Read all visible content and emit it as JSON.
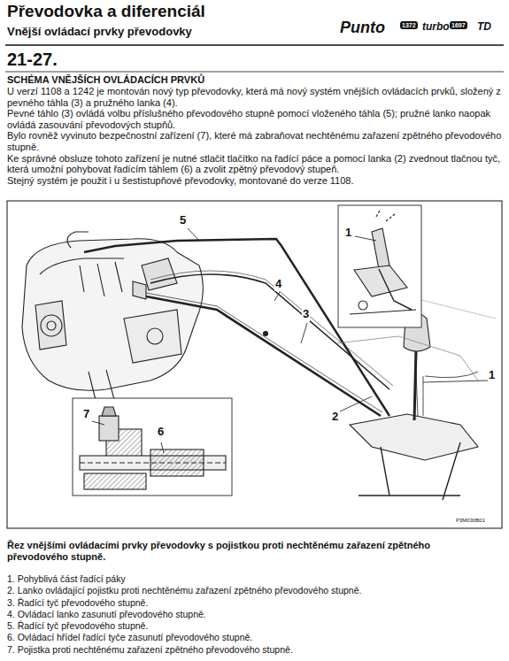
{
  "diagram": {
    "title": "Převodovka a diferenciál",
    "caption": "Řez vnějšími ovládacími prvky převodovky s pojistkou proti nechtěnému zařazení zpětného převodového stupně.",
    "labels": [
      "Vnější ovládací prvky převodovky",
      "Punto",
      "1372",
      "turbo",
      "1697",
      "TD",
      "21-27.",
      "SCHÉMA VNĚJŠÍCH OVLÁDACÍCH PRVKŮ",
      "U verzí 1108 a 1242 je montován nový typ převodovky, která má nový systém vnějších ovládacích prvků, složený z pevného táhla (3) a pružného lanka (4).",
      "Pevné táhlo (3) ovládá volbu příslušného převodového stupně pomocí vloženého táhla (5); pružné lanko naopak ovládá zasouvání převodových stupňů.",
      "Bylo rovněž vyvinuto bezpečnostní zařízení (7), které má zabraňovat nechtěnému zařazení zpětného převodového stupně.",
      "Ke správné obsluze tohoto zařízení je nutné stlačit tlačítko na řadící páce a pomocí lanka (2) zvednout tlačnou tyč, která umožní pohybovat řadícím táhlem (6) a zvolit zpětný převodový stupeň.",
      "Stejný systém je použit i u šestistupňové převodovky, montované do verze 1108.",
      "5",
      "1",
      "4",
      "3",
      "1",
      "2",
      "7",
      "6",
      "P3M030B01",
      "1. Pohyblivá část řadící páky",
      "2. Lanko ovládající pojistku proti nechtěnému zařazení zpětného převodového stupně.",
      "3. Řadící tyč převodového stupně.",
      "4. Ovládací lanko zasunutí převodového stupně.",
      "5. Řadící tyč převodového stupně.",
      "6. Ovládací hřídel řadící tyče zasunutí převodového stupně.",
      "7. Pojistka proti nechtěnému zařazení zpětného převodového stupně."
    ]
  }
}
